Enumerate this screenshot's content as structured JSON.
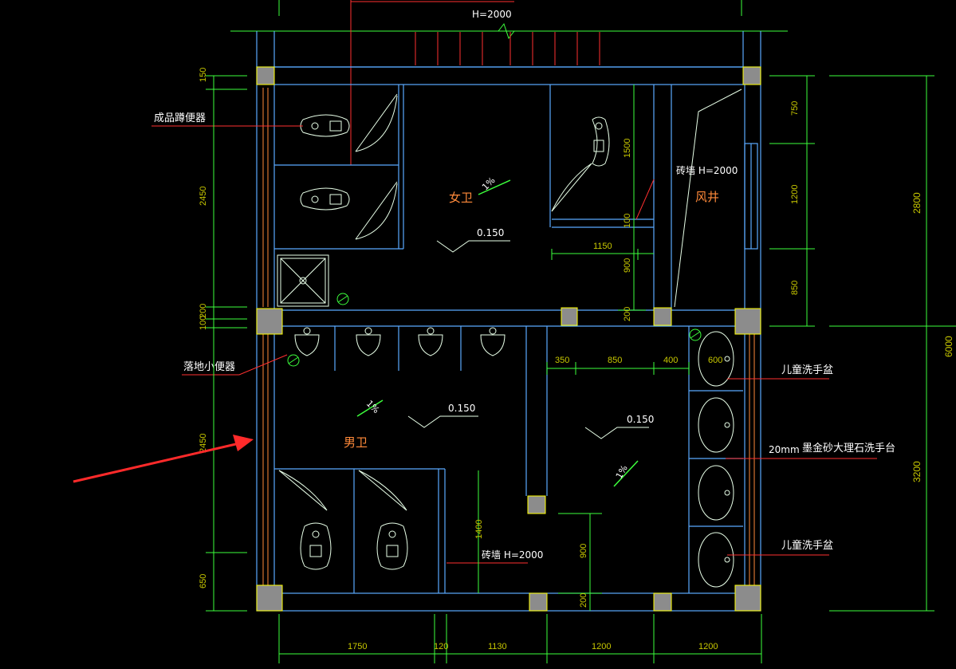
{
  "labels": {
    "top_wall_height": "H=2000",
    "squat_toilet": "成品蹲便器",
    "floor_urinal": "落地小便器",
    "brick_wall_1": "砖墙 H=2000",
    "brick_wall_2": "砖墙 H=2000",
    "women_wc": "女卫",
    "men_wc": "男卫",
    "air_shaft": "风井",
    "child_basin_1": "儿童洗手盆",
    "child_basin_2": "儿童洗手盆",
    "counter_thickness": "20mm",
    "counter": "墨金砂大理石洗手台",
    "elev_1": "0.150",
    "elev_2": "0.150",
    "elev_3": "0.150",
    "slope_1": "1%",
    "slope_2": "1%",
    "slope_3": "1%"
  },
  "dims_left": [
    "150",
    "2450",
    "200",
    "100",
    "2450",
    "650"
  ],
  "dims_right_inner": [
    "750",
    "1200",
    "850"
  ],
  "dims_right_outer": [
    "2800",
    "3200"
  ],
  "dims_right_total": "6000",
  "dims_bottom": [
    "1750",
    "120",
    "1130",
    "1200",
    "1200"
  ],
  "dims_inner": {
    "d1500": "1500",
    "d100": "100",
    "d1150": "1150",
    "d900a": "900",
    "d200a": "200",
    "d350": "350",
    "d850": "850",
    "d400": "400",
    "d600": "600",
    "d1400": "1400",
    "d900b": "900",
    "d200b": "200"
  },
  "colors": {
    "wall": "#5aa9ff",
    "fixture": "#e8ffe8",
    "dimension_line": "#3cff3c",
    "dimension_text": "#c8c800",
    "leader": "#ff3030",
    "column": "#8c8c8c",
    "arrow": "#ff2a2a"
  }
}
